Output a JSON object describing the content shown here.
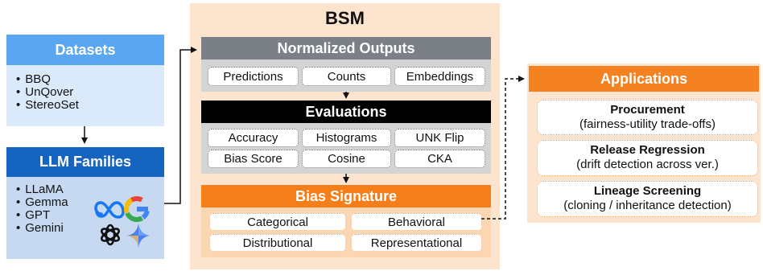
{
  "datasets": {
    "title": "Datasets",
    "items": [
      "BBQ",
      "UnQover",
      "StereoSet"
    ]
  },
  "llm_families": {
    "title": "LLM Families",
    "items": [
      "LLaMA",
      "Gemma",
      "GPT",
      "Gemini"
    ]
  },
  "bsm": {
    "title": "BSM",
    "normalized_outputs": {
      "title": "Normalized Outputs",
      "items": [
        "Predictions",
        "Counts",
        "Embeddings"
      ]
    },
    "evaluations": {
      "title": "Evaluations",
      "items": [
        "Accuracy",
        "Histograms",
        "UNK Flip",
        "Bias Score",
        "Cosine",
        "CKA"
      ]
    },
    "bias_signature": {
      "title": "Bias Signature",
      "items": [
        "Categorical",
        "Behavioral",
        "Distributional",
        "Representational"
      ]
    }
  },
  "applications": {
    "title": "Applications",
    "items": [
      {
        "title": "Procurement",
        "subtitle": "(fairness-utility trade-offs)"
      },
      {
        "title": "Release Regression",
        "subtitle": "(drift detection across ver.)"
      },
      {
        "title": "Lineage Screening",
        "subtitle": "(cloning / inheritance detection)"
      }
    ]
  },
  "logos": [
    "meta-logo",
    "google-logo",
    "openai-logo",
    "gemini-logo"
  ]
}
